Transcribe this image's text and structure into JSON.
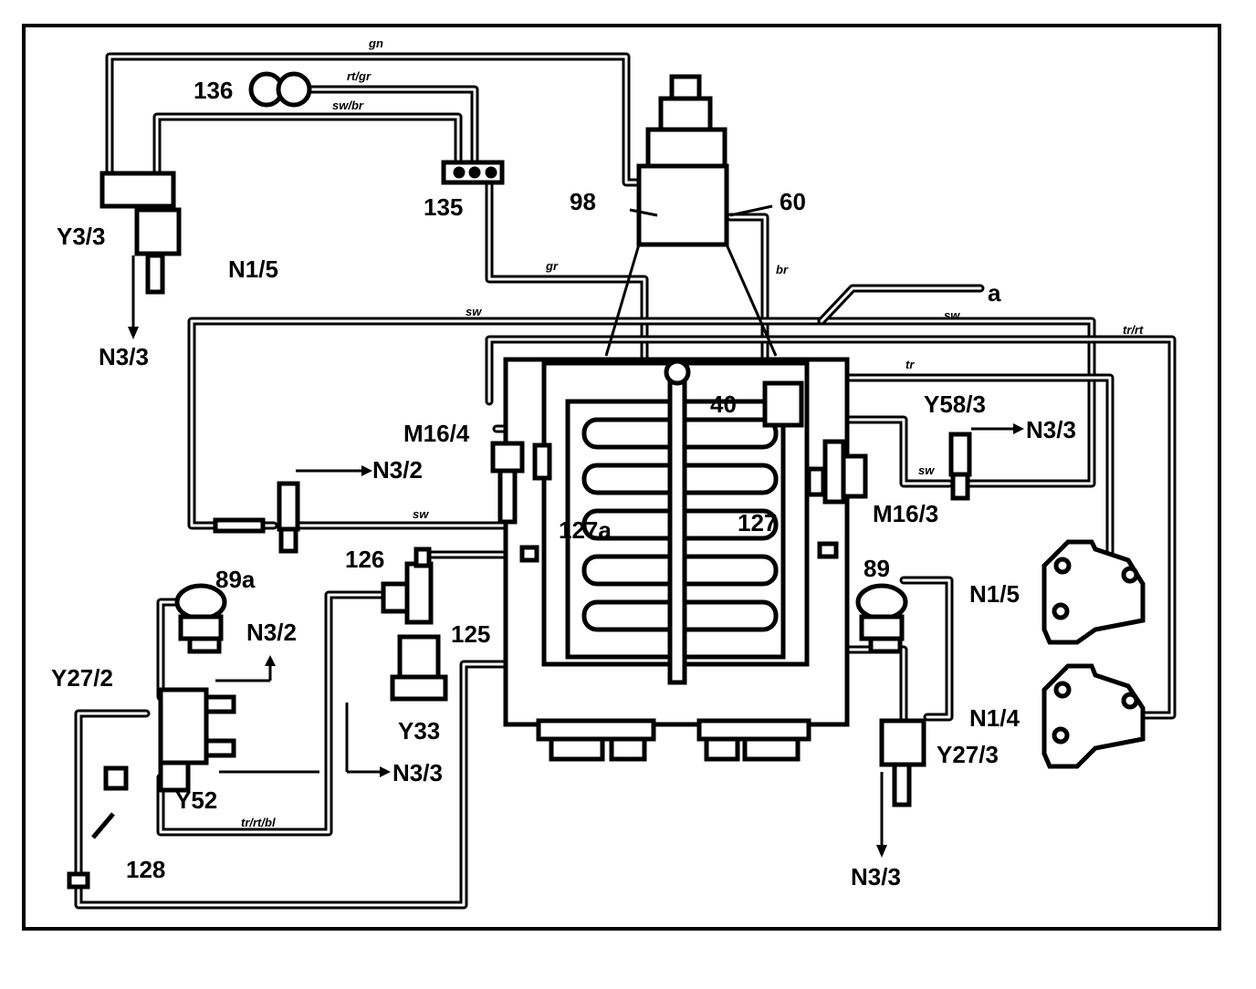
{
  "labels": {
    "l136": "136",
    "l135": "135",
    "l98": "98",
    "l60": "60",
    "y3_3": "Y3/3",
    "n1_5_top": "N1/5",
    "n3_3_left": "N3/3",
    "l40": "40",
    "m16_4": "M16/4",
    "n3_2_mid": "N3/2",
    "y58_3": "Y58/3",
    "n3_3_right": "N3/3",
    "m16_3": "M16/3",
    "l127a": "127a",
    "l127": "127",
    "l126": "126",
    "l89a": "89a",
    "l89": "89",
    "n1_5_right": "N1/5",
    "n3_2_low": "N3/2",
    "l125": "125",
    "y27_2": "Y27/2",
    "y33": "Y33",
    "n3_3_low": "N3/3",
    "y_2": "Y52",
    "l128": "128",
    "n1_4": "N1/4",
    "y27_3": "Y27/3",
    "n3_3_bottom": "N3/3",
    "a": "a"
  },
  "hose_colors": {
    "gn": "gn",
    "rt_gr": "rt/gr",
    "sw_br": "sw/br",
    "gr": "gr",
    "br": "br",
    "sw_top_left": "sw",
    "sw_top_right": "sw",
    "tr_rt": "tr/rt",
    "tr": "tr",
    "sw_right": "sw",
    "sw_mid": "sw",
    "tr_rt_bl": "tr/rt/bl"
  }
}
